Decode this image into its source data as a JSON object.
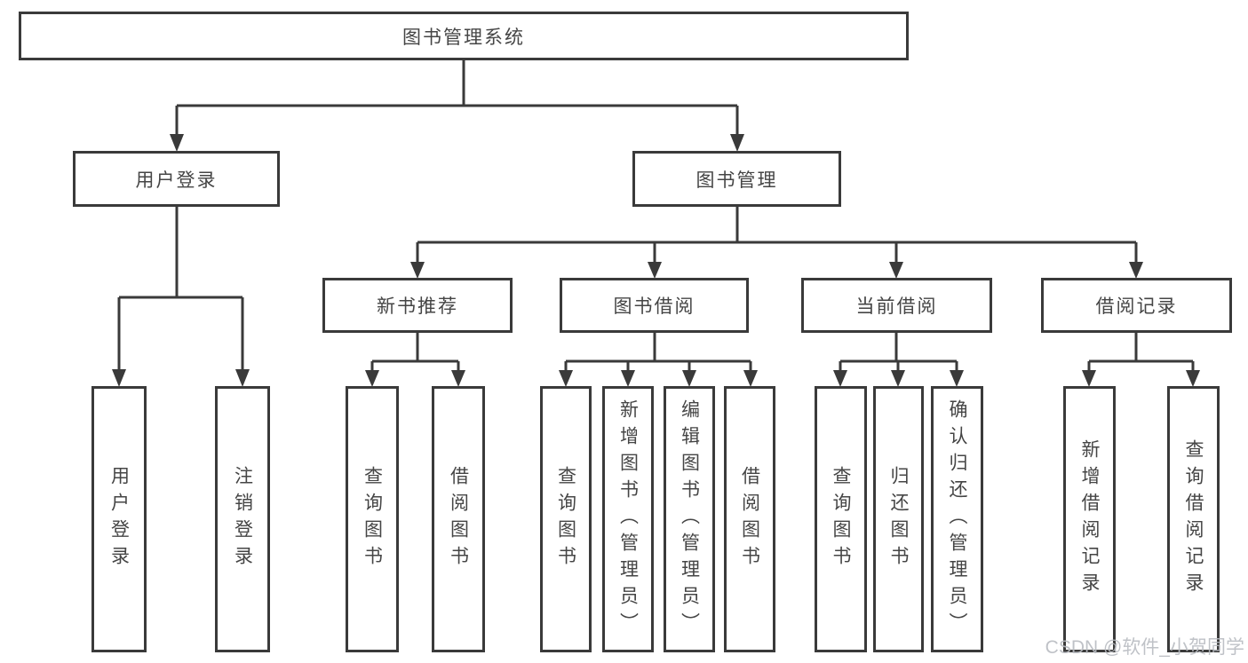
{
  "colors": {
    "line": "#3a3a3a",
    "box_border": "#3a3a3a",
    "box_fill": "#ffffff",
    "text": "#454545",
    "watermark": "#b9bcc2",
    "background": "#ffffff"
  },
  "tree": {
    "root": {
      "label": "图书管理系统",
      "children": [
        {
          "label": "用户登录",
          "children": [
            {
              "label": "用户登录"
            },
            {
              "label": "注销登录"
            }
          ]
        },
        {
          "label": "图书管理",
          "children": [
            {
              "label": "新书推荐",
              "children": [
                {
                  "label": "查询图书"
                },
                {
                  "label": "借阅图书"
                }
              ]
            },
            {
              "label": "图书借阅",
              "children": [
                {
                  "label": "查询图书"
                },
                {
                  "label": "新增图书（管理员）"
                },
                {
                  "label": "编辑图书（管理员）"
                },
                {
                  "label": "借阅图书"
                }
              ]
            },
            {
              "label": "当前借阅",
              "children": [
                {
                  "label": "查询图书"
                },
                {
                  "label": "归还图书"
                },
                {
                  "label": "确认归还（管理员）"
                }
              ]
            },
            {
              "label": "借阅记录",
              "children": [
                {
                  "label": "新增借阅记录"
                },
                {
                  "label": "查询借阅记录"
                }
              ]
            }
          ]
        }
      ]
    }
  },
  "watermark": {
    "text": "CSDN @软件_小贺同学"
  }
}
